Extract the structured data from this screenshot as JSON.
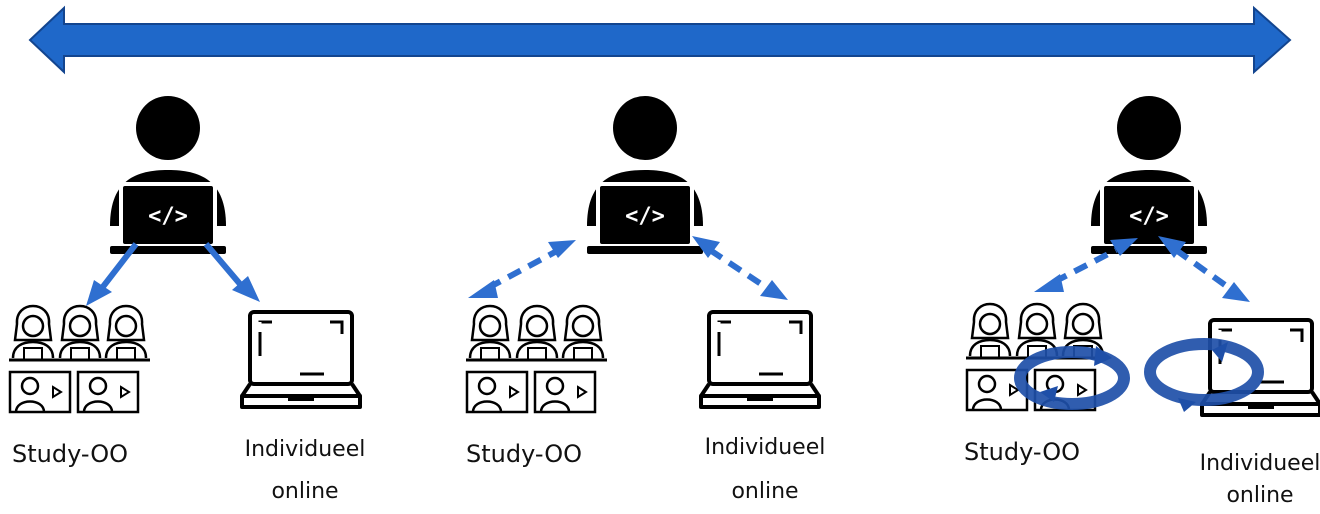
{
  "colors": {
    "arrow": "#2f6fd0",
    "arrow_dark": "#1e4fa8",
    "ink": "#000000"
  },
  "icons": [
    "developer-icon",
    "students-classroom-icon",
    "laptop-icon",
    "cycle-arrows-icon"
  ],
  "panels": [
    {
      "mode": "one-directional",
      "study_label": "Study-OO",
      "online_label_1": "Individueel",
      "online_label_2": "online"
    },
    {
      "mode": "two-directional",
      "study_label": "Study-OO",
      "online_label_1": "Individueel",
      "online_label_2": "online"
    },
    {
      "mode": "two-directional-with-cycle",
      "study_label": "Study-OO",
      "online_label_1": "Individueel",
      "online_label_2": "online"
    }
  ]
}
